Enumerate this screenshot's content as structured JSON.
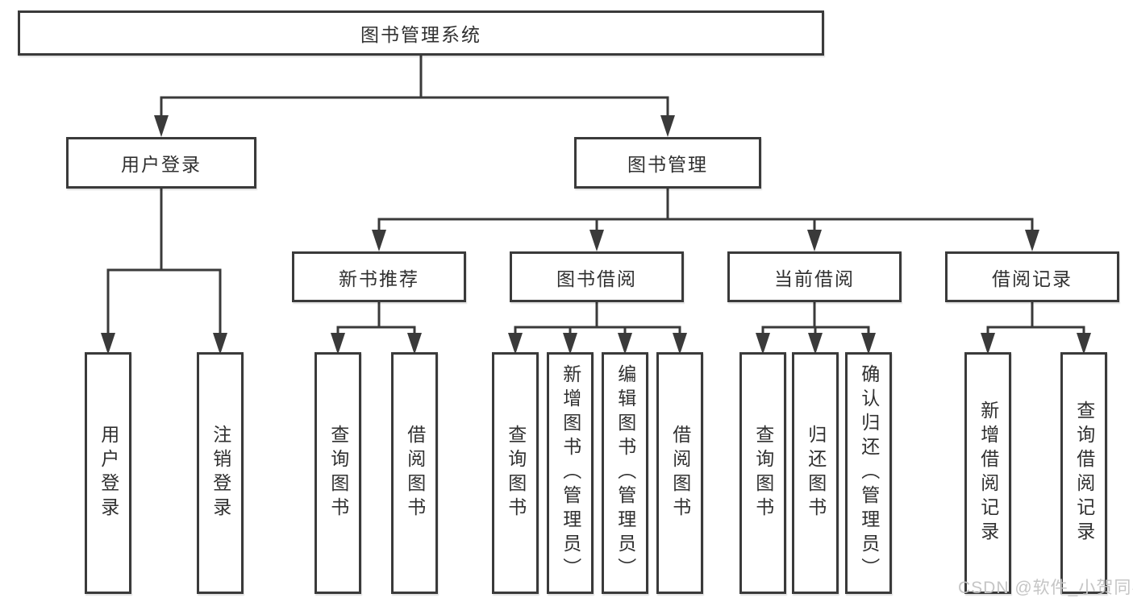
{
  "diagram_type": "hierarchy-tree",
  "colors": {
    "line": "#3a3a3a",
    "box_border": "#3a3a3a",
    "box_fill": "#ffffff",
    "text": "#303030",
    "watermark_text": "#c5c5c5",
    "background": "#ffffff"
  },
  "watermark": {
    "text": "CSDN @软件_小贺同学"
  },
  "tree": {
    "label": "图书管理系统",
    "children": [
      {
        "label": "用户登录",
        "children": [
          {
            "label": "用户登录"
          },
          {
            "label": "注销登录"
          }
        ]
      },
      {
        "label": "图书管理",
        "children": [
          {
            "label": "新书推荐",
            "children": [
              {
                "label": "查询图书"
              },
              {
                "label": "借阅图书"
              }
            ]
          },
          {
            "label": "图书借阅",
            "children": [
              {
                "label": "查询图书"
              },
              {
                "label": "新增图书（管理员）"
              },
              {
                "label": "编辑图书（管理员）"
              },
              {
                "label": "借阅图书"
              }
            ]
          },
          {
            "label": "当前借阅",
            "children": [
              {
                "label": "查询图书"
              },
              {
                "label": "归还图书"
              },
              {
                "label": "确认归还（管理员）"
              }
            ]
          },
          {
            "label": "借阅记录",
            "children": [
              {
                "label": "新增借阅记录"
              },
              {
                "label": "查询借阅记录"
              }
            ]
          }
        ]
      }
    ]
  }
}
